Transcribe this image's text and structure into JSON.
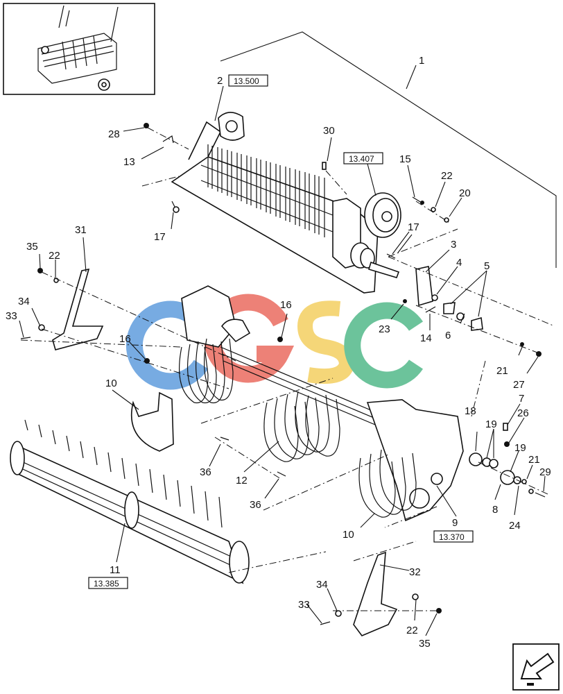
{
  "title": "",
  "watermark": {
    "text": "CGSC",
    "colors": [
      "#4a8fd8",
      "#e8574a",
      "#f2c94c",
      "#3bb07a"
    ]
  },
  "callouts": [
    {
      "id": "c1",
      "text": "1"
    },
    {
      "id": "c2",
      "text": "2"
    },
    {
      "id": "c3",
      "text": "3"
    },
    {
      "id": "c4",
      "text": "4"
    },
    {
      "id": "c5",
      "text": "5"
    },
    {
      "id": "c6",
      "text": "6"
    },
    {
      "id": "c7",
      "text": "7"
    },
    {
      "id": "c8",
      "text": "8"
    },
    {
      "id": "c9",
      "text": "9"
    },
    {
      "id": "c10a",
      "text": "10"
    },
    {
      "id": "c10b",
      "text": "10"
    },
    {
      "id": "c11",
      "text": "11"
    },
    {
      "id": "c12",
      "text": "12"
    },
    {
      "id": "c13",
      "text": "13"
    },
    {
      "id": "c14",
      "text": "14"
    },
    {
      "id": "c15",
      "text": "15"
    },
    {
      "id": "c16a",
      "text": "16"
    },
    {
      "id": "c16b",
      "text": "16"
    },
    {
      "id": "c17a",
      "text": "17"
    },
    {
      "id": "c17b",
      "text": "17"
    },
    {
      "id": "c18",
      "text": "18"
    },
    {
      "id": "c19a",
      "text": "19"
    },
    {
      "id": "c19b",
      "text": "19"
    },
    {
      "id": "c20",
      "text": "20"
    },
    {
      "id": "c21a",
      "text": "21"
    },
    {
      "id": "c21b",
      "text": "21"
    },
    {
      "id": "c22a",
      "text": "22"
    },
    {
      "id": "c22b",
      "text": "22"
    },
    {
      "id": "c22c",
      "text": "22"
    },
    {
      "id": "c23",
      "text": "23"
    },
    {
      "id": "c24",
      "text": "24"
    },
    {
      "id": "c26",
      "text": "26"
    },
    {
      "id": "c27",
      "text": "27"
    },
    {
      "id": "c28",
      "text": "28"
    },
    {
      "id": "c29",
      "text": "29"
    },
    {
      "id": "c30",
      "text": "30"
    },
    {
      "id": "c31",
      "text": "31"
    },
    {
      "id": "c32",
      "text": "32"
    },
    {
      "id": "c33a",
      "text": "33"
    },
    {
      "id": "c33b",
      "text": "33"
    },
    {
      "id": "c34a",
      "text": "34"
    },
    {
      "id": "c34b",
      "text": "34"
    },
    {
      "id": "c35a",
      "text": "35"
    },
    {
      "id": "c35b",
      "text": "35"
    },
    {
      "id": "c36a",
      "text": "36"
    },
    {
      "id": "c36b",
      "text": "36"
    }
  ],
  "section_refs": [
    {
      "id": "r1",
      "text": "13.500"
    },
    {
      "id": "r2",
      "text": "13.407"
    },
    {
      "id": "r3",
      "text": "13.385"
    },
    {
      "id": "r4",
      "text": "13.370"
    }
  ],
  "icons": {
    "inset": "machine-overview-icon",
    "nav": "back-arrow-icon"
  }
}
